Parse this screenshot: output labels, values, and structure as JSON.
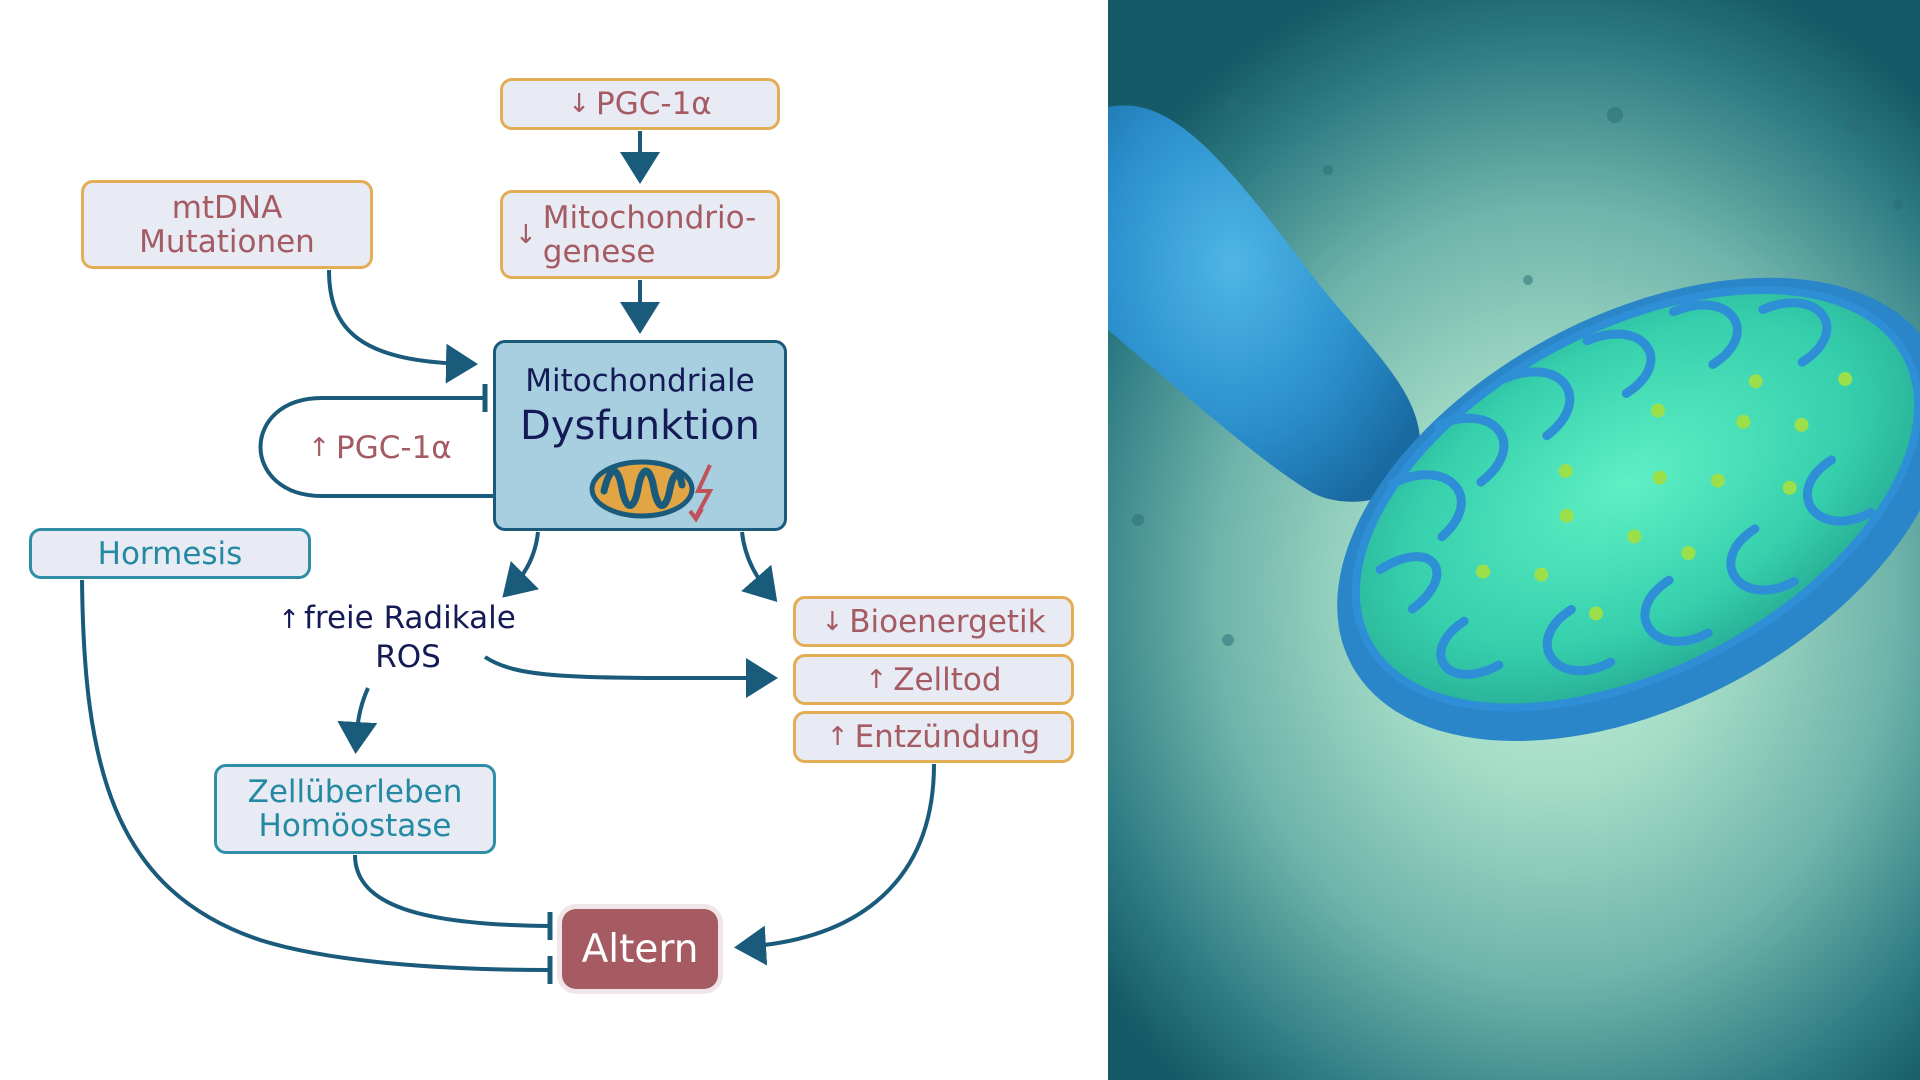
{
  "diagram": {
    "nodes": {
      "pgc_down": {
        "arrow": "↓",
        "label": "PGC-1α"
      },
      "mitogenese": {
        "arrow": "↓",
        "line1": "Mitochondrio-",
        "line2": "genese"
      },
      "mtdna": {
        "line1": "mtDNA",
        "line2": "Mutationen"
      },
      "main": {
        "line1": "Mitochondriale",
        "line2": "Dysfunktion"
      },
      "pgc_up": {
        "arrow": "↑",
        "label": "PGC-1α"
      },
      "hormesis": {
        "label": "Hormesis"
      },
      "ros": {
        "arrow": "↑",
        "line1": "freie Radikale",
        "line2": "ROS"
      },
      "bioenergetik": {
        "arrow": "↓",
        "label": "Bioenergetik"
      },
      "zelltod": {
        "arrow": "↑",
        "label": "Zelltod"
      },
      "entzuendung": {
        "arrow": "↑",
        "label": "Entzündung"
      },
      "zellueberleben": {
        "line1": "Zellüberleben",
        "line2": "Homöostase"
      },
      "altern": {
        "label": "Altern"
      }
    },
    "colors": {
      "edge": "#1a5a7a",
      "orange_border": "#e2ad55",
      "teal_border": "#2f8ea6",
      "rose_text": "#a55b63",
      "navy_text": "#141a55",
      "main_fill": "#a8cfe0",
      "altern_fill": "#a65b63"
    }
  },
  "illustration": {
    "subject": "3D mitochondria illustration"
  }
}
